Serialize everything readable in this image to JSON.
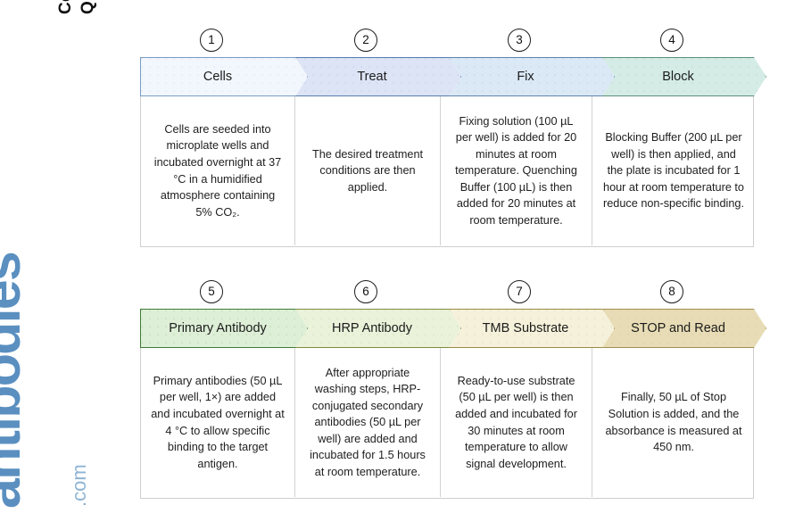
{
  "title": {
    "line1": "Cell Based ELISA Kits",
    "line2": "Quick Protocol",
    "full": "Cell Based ELISA Kits\nQuick Protocol"
  },
  "logo": {
    "word": "antibodies",
    "tld": ".com",
    "color": "#5a8fc0"
  },
  "rows": [
    {
      "id": "row-1",
      "steps": [
        {
          "number": "1",
          "label": "Cells",
          "body": "Cells are seeded into microplate wells and incubated overnight at 37 °C in a humidified atmosphere containing 5% CO₂.",
          "fill": "#f2f7fd",
          "stroke": "#7a9cc4"
        },
        {
          "number": "2",
          "label": "Treat",
          "body": "The desired treatment conditions are then applied.",
          "fill": "#dde4f5",
          "stroke": "#5a7bb0"
        },
        {
          "number": "3",
          "label": "Fix",
          "body": "Fixing solution (100 µL per well) is added for 20 minutes at room temperature. Quenching Buffer (100 µL) is then added for 20 minutes at room temperature.",
          "fill": "#dbe8f6",
          "stroke": "#5f84ab"
        },
        {
          "number": "4",
          "label": "Block",
          "body": "Blocking Buffer (200 µL per well) is then applied, and the plate is incubated for 1 hour at room temperature to reduce non-specific binding.",
          "fill": "#d4ece5",
          "stroke": "#5e8f7e"
        }
      ]
    },
    {
      "id": "row-2",
      "steps": [
        {
          "number": "5",
          "label": "Primary Antibody",
          "body": "Primary antibodies (50 µL per well, 1×) are added and incubated overnight at 4 °C to allow specific binding to the target antigen.",
          "fill": "#ddefd6",
          "stroke": "#3f7a3a"
        },
        {
          "number": "6",
          "label": "HRP Antibody",
          "body": "After appropriate washing steps, HRP-conjugated secondary antibodies (50 µL per well) are added and incubated for 1.5 hours at room temperature.",
          "fill": "#eaf2da",
          "stroke": "#7f8a3c"
        },
        {
          "number": "7",
          "label": "TMB Substrate",
          "body": "Ready-to-use substrate (50 µL per well) is then added and incubated for 30 minutes at room temperature to allow signal development.",
          "fill": "#f5f1da",
          "stroke": "#9a8a47"
        },
        {
          "number": "8",
          "label": "STOP and Read",
          "body": "Finally, 50 µL of Stop Solution is added, and the absorbance is measured at 450 nm.",
          "fill": "#e7dcb5",
          "stroke": "#a08f4e"
        }
      ]
    }
  ],
  "layout": {
    "chevron_widths": [
      174,
      172,
      172,
      170
    ],
    "body_widths": [
      172,
      163,
      170,
      183
    ],
    "notch": 14
  }
}
